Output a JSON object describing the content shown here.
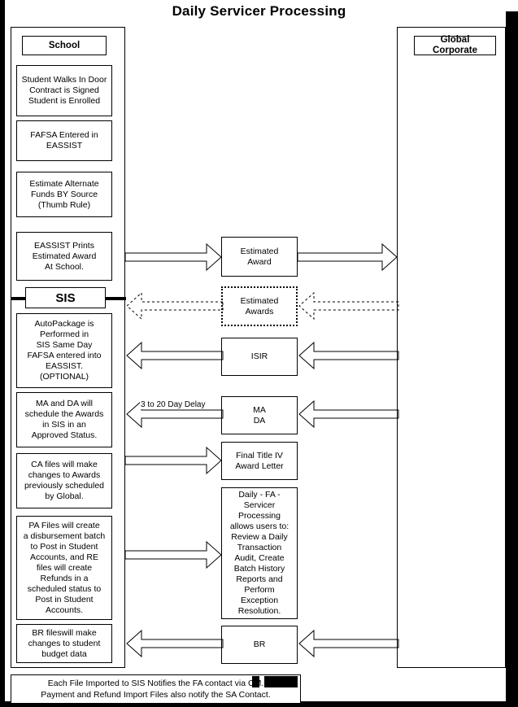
{
  "title": "Daily Servicer Processing",
  "lanes": [
    {
      "id": "school",
      "label": "School"
    },
    {
      "id": "global",
      "label": "Global Corporate"
    }
  ],
  "sis_divider_label": "SIS",
  "school_nodes": [
    {
      "id": "student-walks-in",
      "text": "Student Walks In Door\nContract is Signed\nStudent is Enrolled"
    },
    {
      "id": "fafsa-entered",
      "text": "FAFSA Entered in\nEASSIST"
    },
    {
      "id": "estimate-alternate-funds",
      "text": "Estimate Alternate\nFunds BY Source\n(Thumb Rule)"
    },
    {
      "id": "eassist-prints",
      "text": "EASSIST Prints\nEstimated Award\nAt School."
    }
  ],
  "sis_nodes": [
    {
      "id": "autopackage",
      "text": "AutoPackage is\nPerformed in\nSIS Same Day\nFAFSA entered into\nEASSIST.\n(OPTIONAL)"
    },
    {
      "id": "ma-da-schedule",
      "text": "MA and  DA will\nschedule the Awards\nin SIS in an\nApproved Status."
    },
    {
      "id": "ca-files",
      "text": "CA files will make\nchanges to Awards\npreviously scheduled\nby Global."
    },
    {
      "id": "pa-files",
      "text": "PA Files will create\na disbursement batch\nto Post in Student\nAccounts, and  RE\nfiles will create\nRefunds in a\nscheduled status to\nPost in Student\nAccounts."
    },
    {
      "id": "br-files",
      "text": "BR fileswill make\nchanges to student\nbudget data"
    }
  ],
  "middle_nodes": [
    {
      "id": "estimated-award",
      "text": "Estimated\nAward",
      "style": "solid"
    },
    {
      "id": "estimated-awards",
      "text": "Estimated\nAwards",
      "style": "dashed"
    },
    {
      "id": "isir",
      "text": "ISIR",
      "style": "solid"
    },
    {
      "id": "ma-da",
      "text": "MA\nDA",
      "style": "solid"
    },
    {
      "id": "final-title-iv",
      "text": "Final Title IV\nAward Letter",
      "style": "solid"
    },
    {
      "id": "daily-fa-servicer",
      "text": "Daily - FA -\nServicer\nProcessing\nallows users to:\nReview a Daily\nTransaction\nAudit, Create\nBatch History\nReports and\nPerform\nException\nResolution.",
      "style": "solid"
    },
    {
      "id": "br",
      "text": "BR",
      "style": "solid"
    }
  ],
  "edge_labels": [
    {
      "id": "delay-label",
      "text": "3 to 20 Day Delay"
    }
  ],
  "footer": {
    "text": "Each File Imported to SIS Notifies the FA contact via CM.\nPayment and Refund Import Files also notify the SA Contact."
  },
  "colors": {
    "ink": "#000000",
    "paper": "#ffffff"
  }
}
